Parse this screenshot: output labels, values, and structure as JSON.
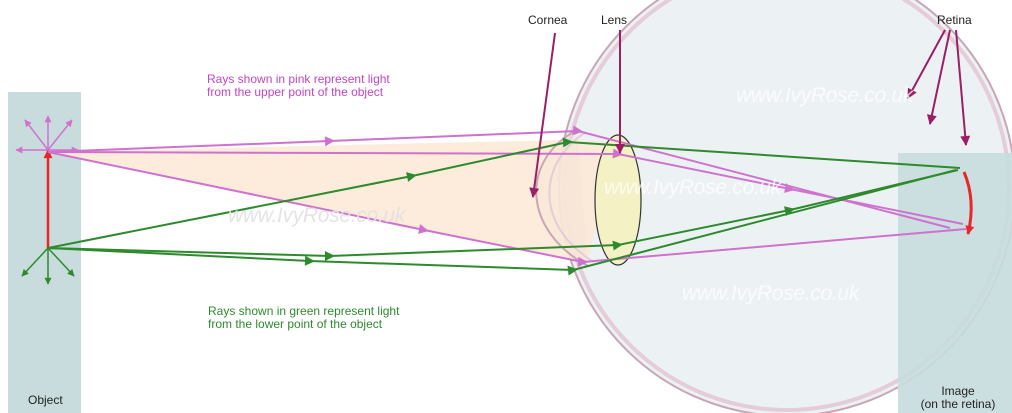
{
  "labels": {
    "cornea": "Cornea",
    "lens": "Lens",
    "retina": "Retina",
    "object": "Object",
    "image_line1": "Image",
    "image_line2": "(on the retina)"
  },
  "notes": {
    "pink_line1": "Rays shown in pink represent light",
    "pink_line2": "from the upper point of the object",
    "green_line1": "Rays shown in green represent light",
    "green_line2": "from the lower point of the object"
  },
  "watermarks": [
    "www.IvyRose.co.uk",
    "www.IvyRose.co.uk",
    "www.IvyRose.co.uk",
    "www.IvyRose.co.uk"
  ],
  "colors": {
    "panel": "#c8dcdd",
    "eye_fill": "#ecf2f4",
    "eye_outline": "#c8a6b6",
    "pink_ray": "#cf72cf",
    "green_ray": "#2d8a2d",
    "object_arrow": "#e8262b",
    "image_arrow": "#e8262b",
    "lens_fill": "#f4f1c5",
    "pointer": "#9b1f65",
    "cone_fill": "#fde9d7"
  }
}
